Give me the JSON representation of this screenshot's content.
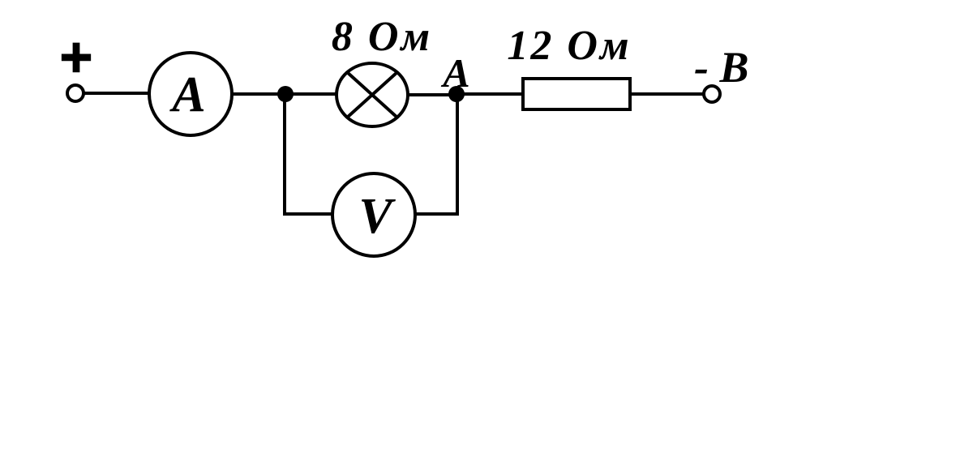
{
  "scene": {
    "background": "#ffffff",
    "ink": "#000000",
    "description_labels_only": true
  },
  "labels": {
    "plus_terminal": "+",
    "lamp_resistance": "8 Ом",
    "point_a": "A",
    "resistor_resistance": "12 Ом",
    "terminal_b": "- B"
  },
  "meters": {
    "ammeter_label": "A",
    "voltmeter_label": "V"
  }
}
